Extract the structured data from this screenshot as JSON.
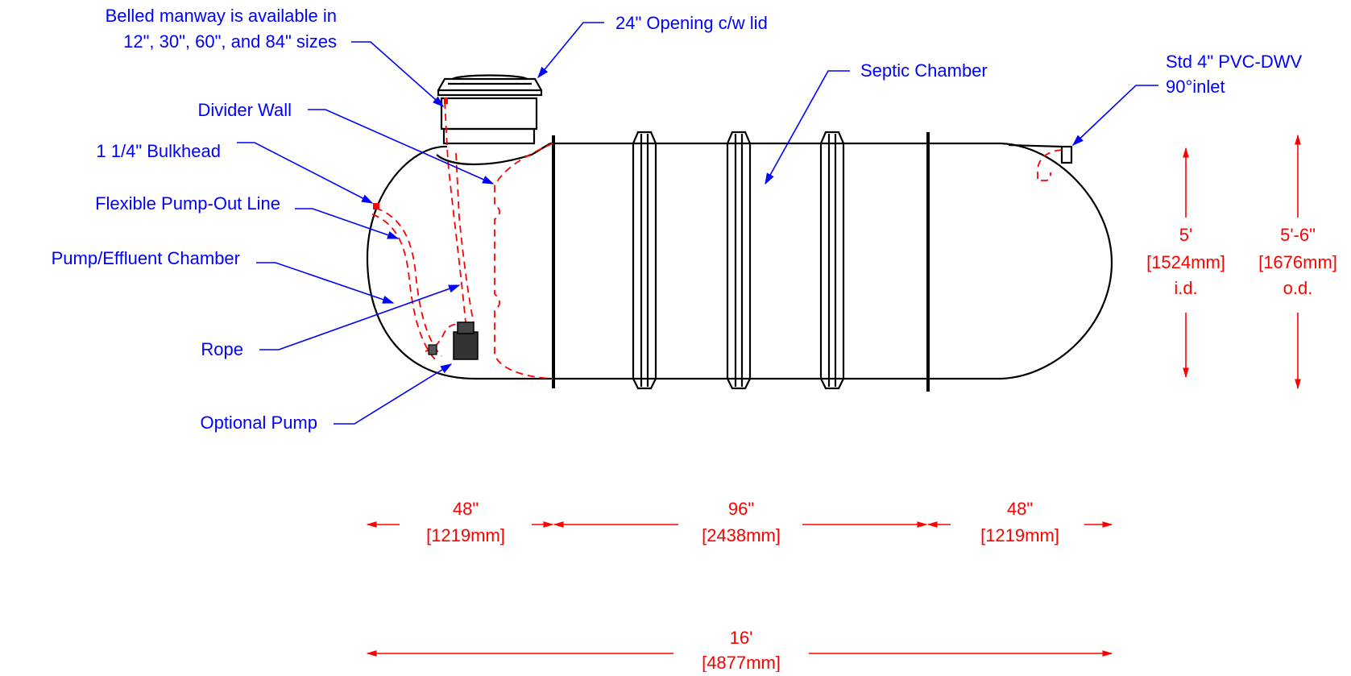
{
  "labels": {
    "manway_line1": "Belled manway is available in",
    "manway_line2": "12\", 30\", 60\", and 84\" sizes",
    "opening": "24\" Opening c/w lid",
    "septic": "Septic Chamber",
    "inlet_line1": "Std 4\" PVC-DWV",
    "inlet_line2": "90°inlet",
    "divider": "Divider Wall",
    "bulkhead": "1 1/4\" Bulkhead",
    "pumpout": "Flexible Pump-Out Line",
    "effluent": "Pump/Effluent Chamber",
    "rope": "Rope",
    "pump": "Optional Pump"
  },
  "dimensions": {
    "id_ft": "5'",
    "id_mm": "[1524mm]",
    "id_note": "i.d.",
    "od_ft": "5'-6\"",
    "od_mm": "[1676mm]",
    "od_note": "o.d.",
    "left_in": "48\"",
    "left_mm": "[1219mm]",
    "mid_in": "96\"",
    "mid_mm": "[2438mm]",
    "right_in": "48\"",
    "right_mm": "[1219mm]",
    "total_ft": "16'",
    "total_mm": "[4877mm]"
  },
  "colors": {
    "label": "#0000ff",
    "dimension": "#ff0000",
    "outline": "#000000"
  }
}
